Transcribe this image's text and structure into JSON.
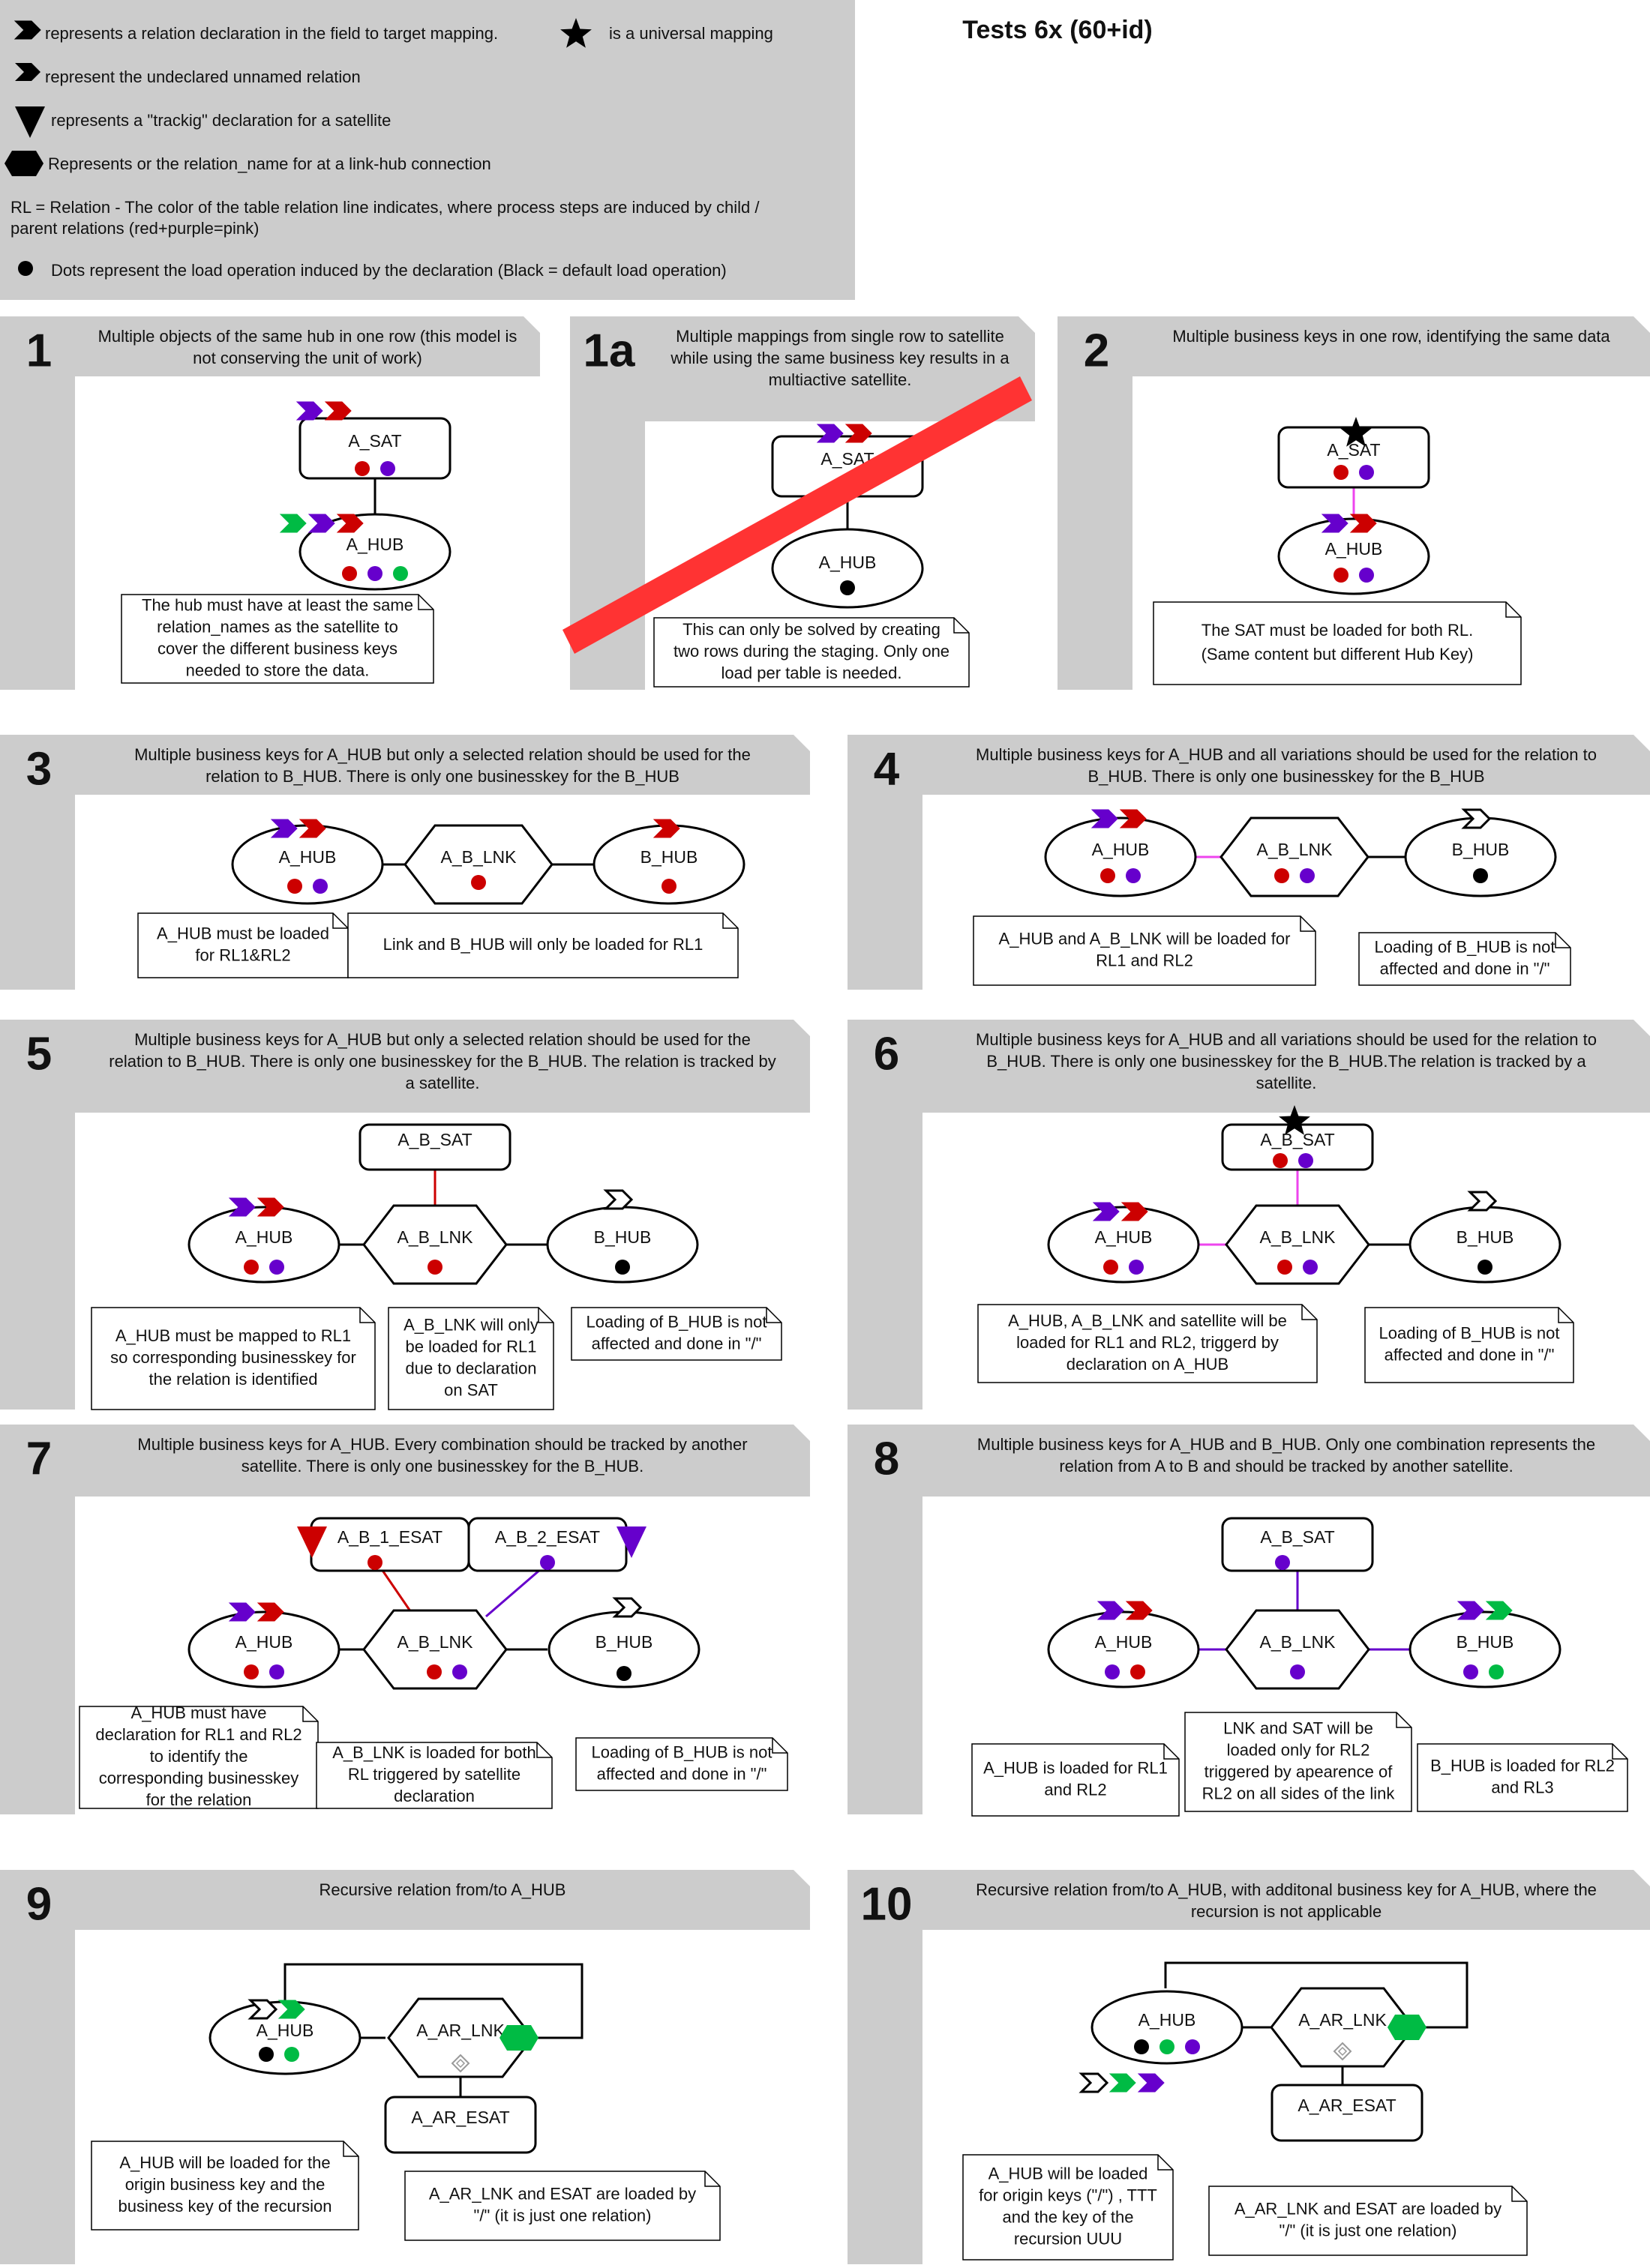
{
  "page_title": "Tests 6x (60+id)",
  "colors": {
    "red": "#cc0000",
    "purple": "#6600cc",
    "green": "#00bb44",
    "pink": "#ee44ee",
    "black": "#000000",
    "panel": "#cccccc",
    "cross": "#ff3333"
  },
  "legend": {
    "relation_decl": "represents a relation declaration in the field to target mapping.",
    "universal": "is a universal mapping",
    "undeclared": "represent the undeclared unnamed relation",
    "tracking": "represents a \"trackig\" declaration for a satellite",
    "relname": "Represents or the relation_name for at a link-hub connection",
    "rl_line1": "RL = Relation - The color of the table relation line indicates, where process steps are induced by child /",
    "rl_line2": "parent relations (red+purple=pink)",
    "dots": "Dots represent the load operation induced by the declaration (Black = default load operation)"
  },
  "tests": {
    "t1": {
      "number": "1",
      "desc": [
        "Multiple objects of the same hub in one row (this model is",
        "not conserving the unit of work)"
      ],
      "nodes": {
        "sat": "A_SAT",
        "hub": "A_HUB"
      },
      "notes": {
        "n1": [
          "The hub must have at least the same",
          "relation_names as the satellite to",
          "cover the different business keys",
          "needed to store the data."
        ]
      }
    },
    "t1a": {
      "number": "1a",
      "desc": [
        "Multiple mappings from single row to satellite",
        "while using the same business key results in a",
        "multiactive satellite."
      ],
      "nodes": {
        "sat": "A_SAT",
        "hub": "A_HUB"
      },
      "notes": {
        "n1": [
          "This can only be solved by creating",
          "two rows during the staging. Only one",
          "load per table is needed."
        ]
      }
    },
    "t2": {
      "number": "2",
      "desc": [
        "Multiple business keys in one row, identifying the same data"
      ],
      "nodes": {
        "sat": "A_SAT",
        "hub": "A_HUB"
      },
      "notes": {
        "n1": [
          "The SAT must be loaded for both RL.",
          "(Same content but different Hub Key)"
        ]
      }
    },
    "t3": {
      "number": "3",
      "desc": [
        "Multiple business keys for A_HUB but only a selected relation should be used for the",
        "relation to B_HUB. There is only one businesskey for the B_HUB"
      ],
      "nodes": {
        "ahub": "A_HUB",
        "lnk": "A_B_LNK",
        "bhub": "B_HUB"
      },
      "notes": {
        "n1": [
          "A_HUB must be loaded",
          "for RL1&RL2"
        ],
        "n2": [
          "Link and B_HUB will only be loaded for RL1"
        ]
      }
    },
    "t4": {
      "number": "4",
      "desc": [
        "Multiple business keys for A_HUB and all variations should be used for the relation to",
        "B_HUB. There is only one businesskey for the B_HUB"
      ],
      "nodes": {
        "ahub": "A_HUB",
        "lnk": "A_B_LNK",
        "bhub": "B_HUB"
      },
      "notes": {
        "n1": [
          "A_HUB and A_B_LNK will be loaded for",
          "RL1 and RL2"
        ],
        "n2": [
          "Loading of B_HUB is not",
          "affected and done in \"/\""
        ]
      }
    },
    "t5": {
      "number": "5",
      "desc": [
        "Multiple business keys for A_HUB but only a selected relation should be used for the",
        "relation to B_HUB. There is only one businesskey for the B_HUB. The relation is tracked by",
        "a satellite."
      ],
      "nodes": {
        "sat": "A_B_SAT",
        "ahub": "A_HUB",
        "lnk": "A_B_LNK",
        "bhub": "B_HUB"
      },
      "notes": {
        "n1": [
          "A_HUB must be mapped to RL1",
          "so corresponding businesskey for",
          "the relation is identified"
        ],
        "n2": [
          "A_B_LNK will only",
          "be loaded for RL1",
          "due to declaration",
          "on SAT"
        ],
        "n3": [
          "Loading of B_HUB is not",
          "affected and done in \"/\""
        ]
      }
    },
    "t6": {
      "number": "6",
      "desc": [
        "Multiple business keys for A_HUB and all variations should be used for the relation to",
        "B_HUB. There is only one businesskey for the B_HUB.The relation is tracked by a",
        "satellite."
      ],
      "nodes": {
        "sat": "A_B_SAT",
        "ahub": "A_HUB",
        "lnk": "A_B_LNK",
        "bhub": "B_HUB"
      },
      "notes": {
        "n1": [
          "A_HUB,  A_B_LNK and satellite will be",
          "loaded for RL1 and RL2, triggerd by",
          "declaration on A_HUB"
        ],
        "n2": [
          "Loading of B_HUB is not",
          "affected and done in \"/\""
        ]
      }
    },
    "t7": {
      "number": "7",
      "desc": [
        "Multiple business keys for A_HUB. Every combination should be tracked by another",
        "satellite. There is only one businesskey for the B_HUB."
      ],
      "nodes": {
        "esat1": "A_B_1_ESAT",
        "esat2": "A_B_2_ESAT",
        "ahub": "A_HUB",
        "lnk": "A_B_LNK",
        "bhub": "B_HUB"
      },
      "notes": {
        "n1": [
          "A_HUB must have",
          "declaration for  RL1 and RL2",
          "to identify the",
          "corresponding businesskey",
          "for the relation"
        ],
        "n2": [
          "A_B_LNK is loaded for both",
          "RL triggered by satellite",
          "declaration"
        ],
        "n3": [
          "Loading of B_HUB is not",
          "affected and done in \"/\""
        ]
      }
    },
    "t8": {
      "number": "8",
      "desc": [
        "Multiple business keys for A_HUB and B_HUB. Only one combination represents the",
        "relation from A to B and should be tracked by another satellite."
      ],
      "nodes": {
        "sat": "A_B_SAT",
        "ahub": "A_HUB",
        "lnk": "A_B_LNK",
        "bhub": "B_HUB"
      },
      "notes": {
        "n1": [
          "A_HUB is loaded for RL1",
          "and RL2"
        ],
        "n2": [
          "LNK and SAT will be",
          "loaded only for RL2",
          "triggered by apearence of",
          "RL2 on all sides of the link"
        ],
        "n3": [
          "B_HUB is loaded for RL2",
          "and RL3"
        ]
      }
    },
    "t9": {
      "number": "9",
      "desc": [
        "Recursive relation from/to A_HUB"
      ],
      "nodes": {
        "hub": "A_HUB",
        "lnk": "A_AR_LNK",
        "esat": "A_AR_ESAT"
      },
      "notes": {
        "n1": [
          "A_HUB will be loaded for the",
          "origin business key and the",
          "business key of the recursion"
        ],
        "n2": [
          "A_AR_LNK and ESAT are loaded by",
          "\"/\" (it is just one relation)"
        ]
      }
    },
    "t10": {
      "number": "10",
      "desc": [
        "Recursive relation from/to A_HUB, with additonal business key for A_HUB, where the",
        "recursion is not applicable"
      ],
      "nodes": {
        "hub": "A_HUB",
        "lnk": "A_AR_LNK",
        "esat": "A_AR_ESAT"
      },
      "notes": {
        "n1": [
          "A_HUB will be loaded",
          "for origin keys (\"/\") , TTT",
          "and the key of the",
          "recursion UUU"
        ],
        "n2": [
          "A_AR_LNK and ESAT are loaded by",
          "\"/\" (it is just one relation)"
        ]
      }
    }
  }
}
